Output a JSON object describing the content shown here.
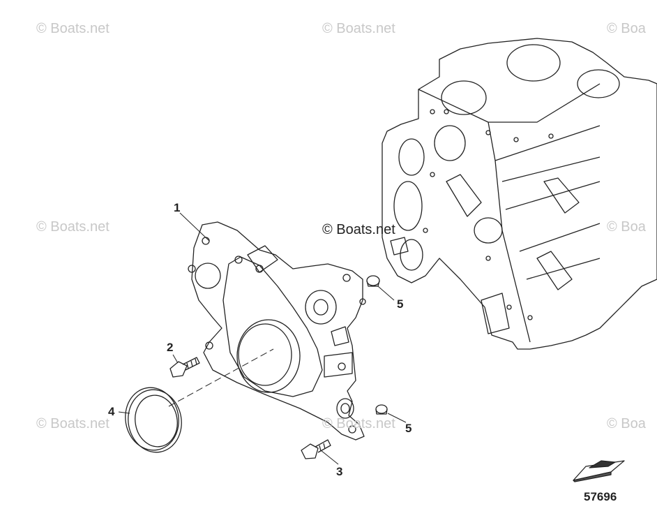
{
  "watermarks": {
    "tl": "© Boats.net",
    "tc": "© Boats.net",
    "tr": "© Boa",
    "ml": "© Boats.net",
    "mc": "© Boats.net",
    "mr": "© Boa",
    "bl": "© Boats.net",
    "bc": "© Boats.net",
    "br": "© Boa"
  },
  "callouts": {
    "c1": "1",
    "c2": "2",
    "c3": "3",
    "c4": "4",
    "c5a": "5",
    "c5b": "5"
  },
  "figure_number": "57696"
}
